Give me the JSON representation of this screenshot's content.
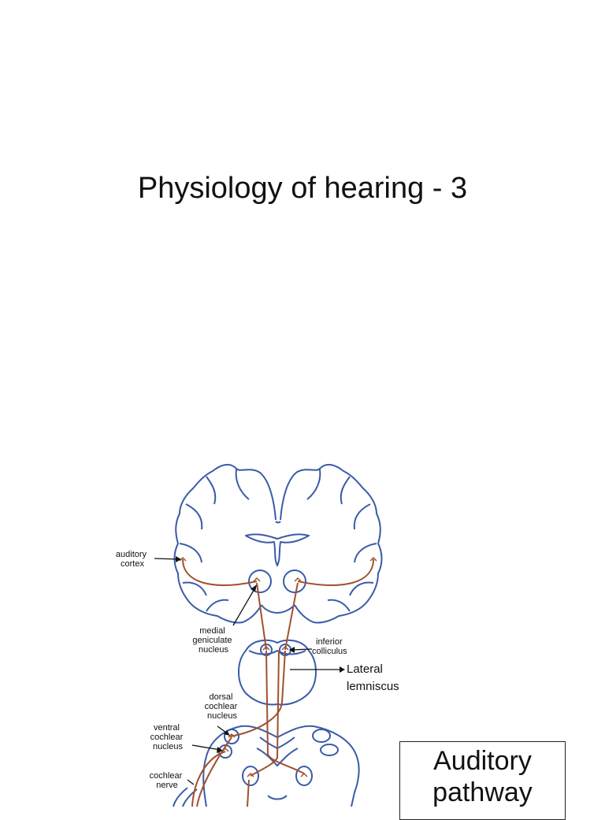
{
  "slide": {
    "title": "Physiology of hearing - 3"
  },
  "diagram": {
    "labels": {
      "auditory_cortex": [
        "auditory",
        "cortex"
      ],
      "medial_geniculate": [
        "medial",
        "geniculate",
        "nucleus"
      ],
      "inferior_colliculus": [
        "inferior",
        "colliculus"
      ],
      "lateral_lemniscus": [
        "Lateral",
        "lemniscus"
      ],
      "dorsal_cochlear": [
        "dorsal",
        "cochlear",
        "nucleus"
      ],
      "ventral_cochlear": [
        "ventral",
        "cochlear",
        "nucleus"
      ],
      "cochlear_nerve": [
        "cochlear",
        "nerve"
      ]
    },
    "colors": {
      "outline": "#3a5ba8",
      "pathway": "#a0522d"
    }
  },
  "callout": {
    "lines": [
      "Auditory",
      "pathway"
    ]
  }
}
